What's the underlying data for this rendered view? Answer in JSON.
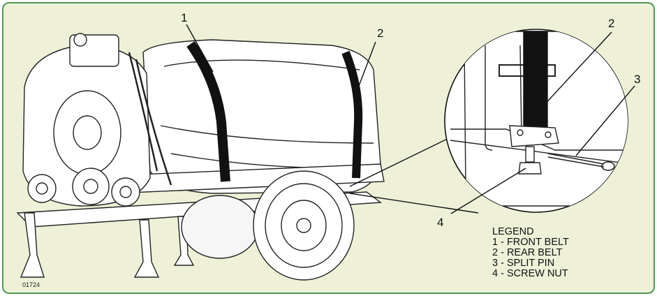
{
  "diagram": {
    "figure_id": "01724",
    "callouts": {
      "main_front_belt": "1",
      "main_rear_belt": "2",
      "detail_rear_belt": "2",
      "detail_split_pin": "3",
      "detail_screw_nut": "4"
    },
    "legend": {
      "heading": "LEGEND",
      "items": [
        "1 - FRONT BELT",
        "2 - REAR BELT",
        "3 - SPLIT PIN",
        "4 - SCREW NUT"
      ]
    },
    "colors": {
      "border": "#4e9a58",
      "background": "#eef1d8",
      "belt": "#111111"
    }
  }
}
